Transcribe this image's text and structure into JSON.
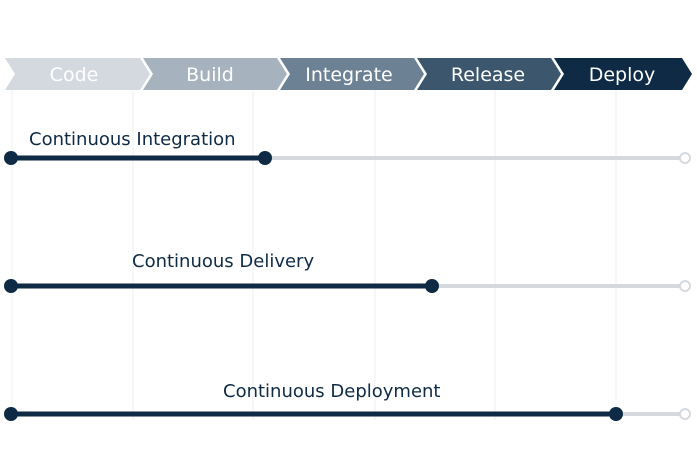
{
  "pipeline": {
    "stages": [
      {
        "label": "Code",
        "color": "#d4d9df"
      },
      {
        "label": "Build",
        "color": "#a6b2bd"
      },
      {
        "label": "Integrate",
        "color": "#6c8193"
      },
      {
        "label": "Release",
        "color": "#3b566d"
      },
      {
        "label": "Deploy",
        "color": "#0e2a45"
      }
    ]
  },
  "tracks": [
    {
      "label": "Continuous Integration",
      "reaches_stage": "Build"
    },
    {
      "label": "Continuous Delivery",
      "reaches_stage": "Release"
    },
    {
      "label": "Continuous Deployment",
      "reaches_stage": "Deploy"
    }
  ],
  "colors": {
    "active_line": "#0e2a45",
    "inactive_line": "#d5d9de",
    "guide_line": "#eef0f2"
  }
}
